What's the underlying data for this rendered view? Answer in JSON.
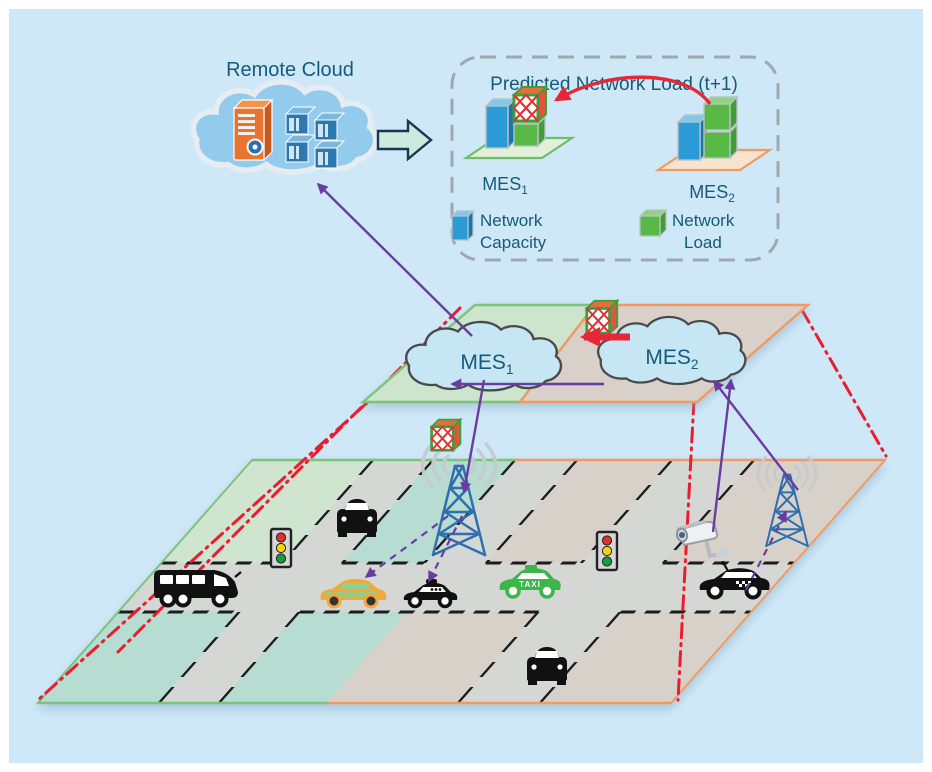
{
  "figure": {
    "background": "#cfe8f7",
    "frame": "#ffffff"
  },
  "remote_cloud": {
    "label": "Remote Cloud"
  },
  "predicted_box": {
    "title": "Predicted Network Load  (t+1)",
    "mes1": {
      "name": "MES",
      "sub": "1"
    },
    "mes2": {
      "name": "MES",
      "sub": "2"
    },
    "legend": {
      "capacity_line1": "Network",
      "capacity_line2": "Capacity",
      "load_line1": "Network",
      "load_line2": "Load"
    }
  },
  "edge_layer": {
    "mes1": {
      "name": "MES",
      "sub": "1"
    },
    "mes2": {
      "name": "MES",
      "sub": "2"
    }
  },
  "street_layer": {
    "taxi_label": "TAXI"
  },
  "colors": {
    "heading_text": "#155a78",
    "purple_arrow": "#6a3ca2",
    "red_accent": "#e62639",
    "capacity_blue": "#2b9bd7",
    "load_green": "#58b947",
    "zone_green": "#cfe5d0",
    "zone_teal": "#b7dcd2",
    "zone_tan": "#d8d1ca",
    "road_gray": "#d5d7d5",
    "border_green": "#7cc47c",
    "border_orange": "#f09a62",
    "tower_blue": "#2f6fad"
  },
  "icons": [
    "cloud-icon",
    "server-tower-icon",
    "server-rack-icon",
    "block-arrow-icon",
    "package-icon",
    "base-station-icon",
    "cctv-camera-icon",
    "traffic-light-icon",
    "bus-icon",
    "car-icon",
    "taxi-icon",
    "front-car-icon"
  ]
}
